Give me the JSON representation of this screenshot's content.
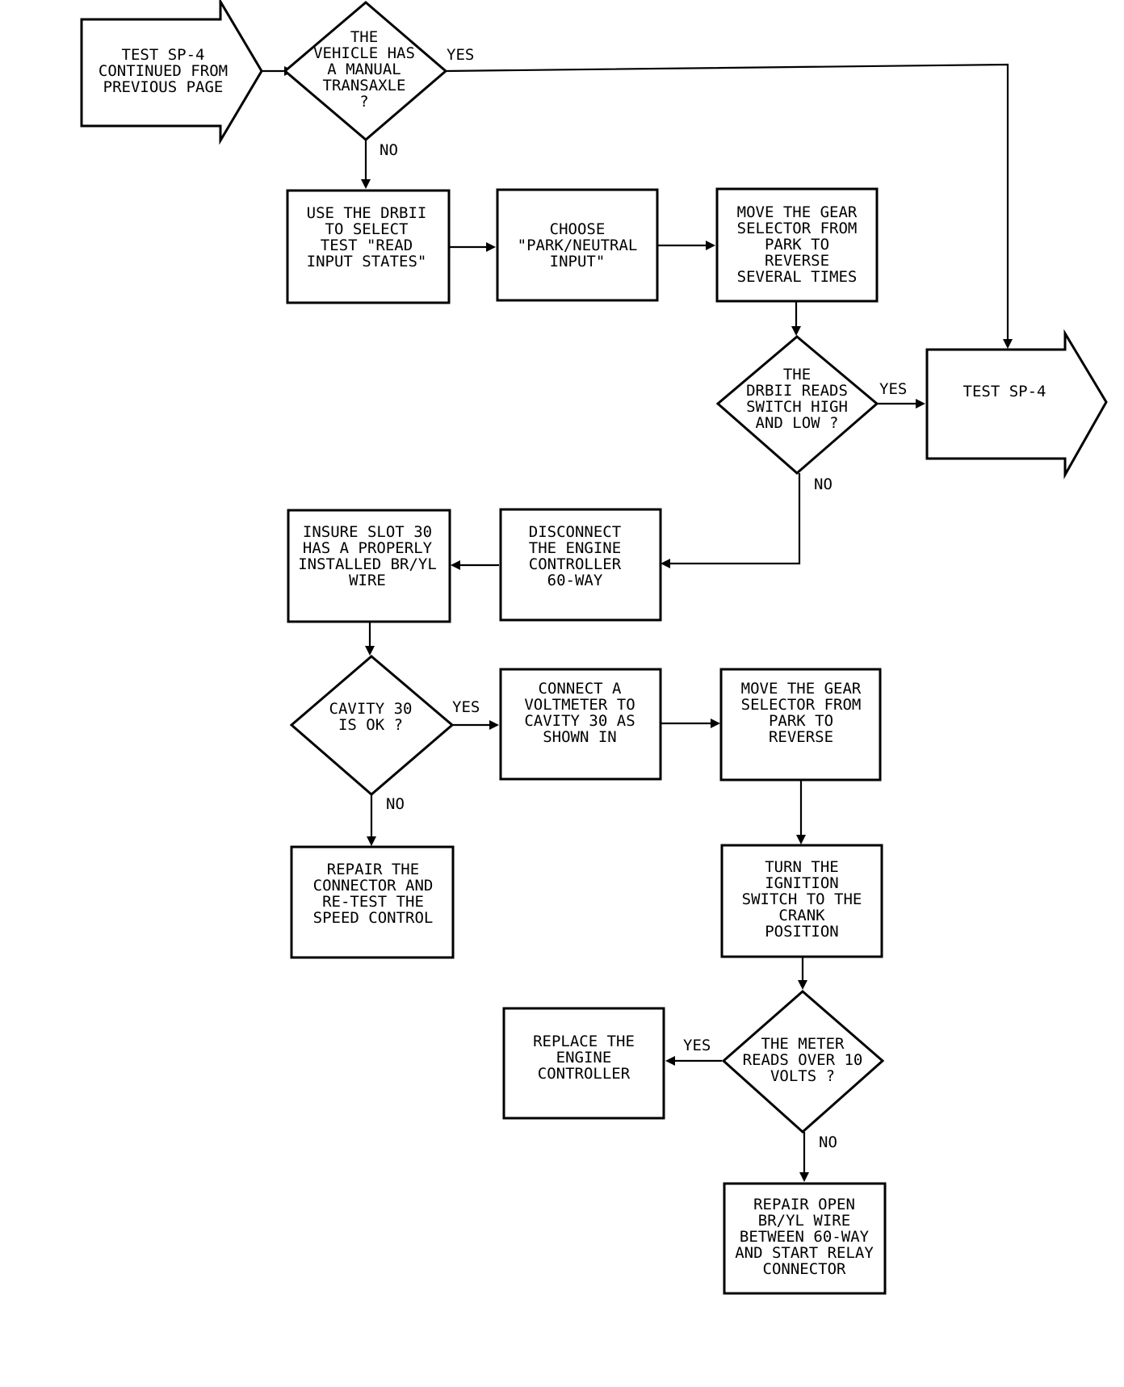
{
  "nodes": {
    "start": [
      "TEST SP-4",
      "CONTINUED FROM",
      "PREVIOUS PAGE"
    ],
    "d_manual": [
      "THE",
      "VEHICLE HAS",
      "A MANUAL",
      "TRANSAXLE",
      "?"
    ],
    "use_drbii": [
      "USE THE DRBII",
      "TO SELECT",
      "TEST \"READ",
      "INPUT STATES\""
    ],
    "choose": [
      "CHOOSE",
      "\"PARK/NEUTRAL",
      "INPUT\""
    ],
    "move_gear_1": [
      "MOVE THE GEAR",
      "SELECTOR FROM",
      "PARK TO",
      "REVERSE",
      "SEVERAL TIMES"
    ],
    "d_drbii_reads": [
      "THE",
      "DRBII READS",
      "SWITCH HIGH",
      "AND LOW ?"
    ],
    "test_sp4": [
      "TEST SP-4"
    ],
    "disconnect": [
      "DISCONNECT",
      "THE ENGINE",
      "CONTROLLER",
      "60-WAY"
    ],
    "insure_slot": [
      "INSURE SLOT 30",
      "HAS A PROPERLY",
      "INSTALLED BR/YL",
      "WIRE"
    ],
    "d_cavity": [
      "CAVITY 30",
      "IS OK ?"
    ],
    "connect_voltmeter": [
      "CONNECT A",
      "VOLTMETER TO",
      "CAVITY 30 AS",
      "SHOWN IN"
    ],
    "move_gear_2": [
      "MOVE THE GEAR",
      "SELECTOR FROM",
      "PARK TO",
      "REVERSE"
    ],
    "repair_connector": [
      "REPAIR THE",
      "CONNECTOR AND",
      "RE-TEST THE",
      "SPEED CONTROL"
    ],
    "turn_ignition": [
      "TURN THE",
      "IGNITION",
      "SWITCH TO THE",
      "CRANK",
      "POSITION"
    ],
    "d_meter": [
      "THE METER",
      "READS OVER 10",
      "VOLTS ?"
    ],
    "replace_controller": [
      "REPLACE THE",
      "ENGINE",
      "CONTROLLER"
    ],
    "repair_open": [
      "REPAIR OPEN",
      "BR/YL WIRE",
      "BETWEEN 60-WAY",
      "AND START RELAY",
      "CONNECTOR"
    ]
  },
  "labels": {
    "yes": "YES",
    "no": "NO"
  }
}
